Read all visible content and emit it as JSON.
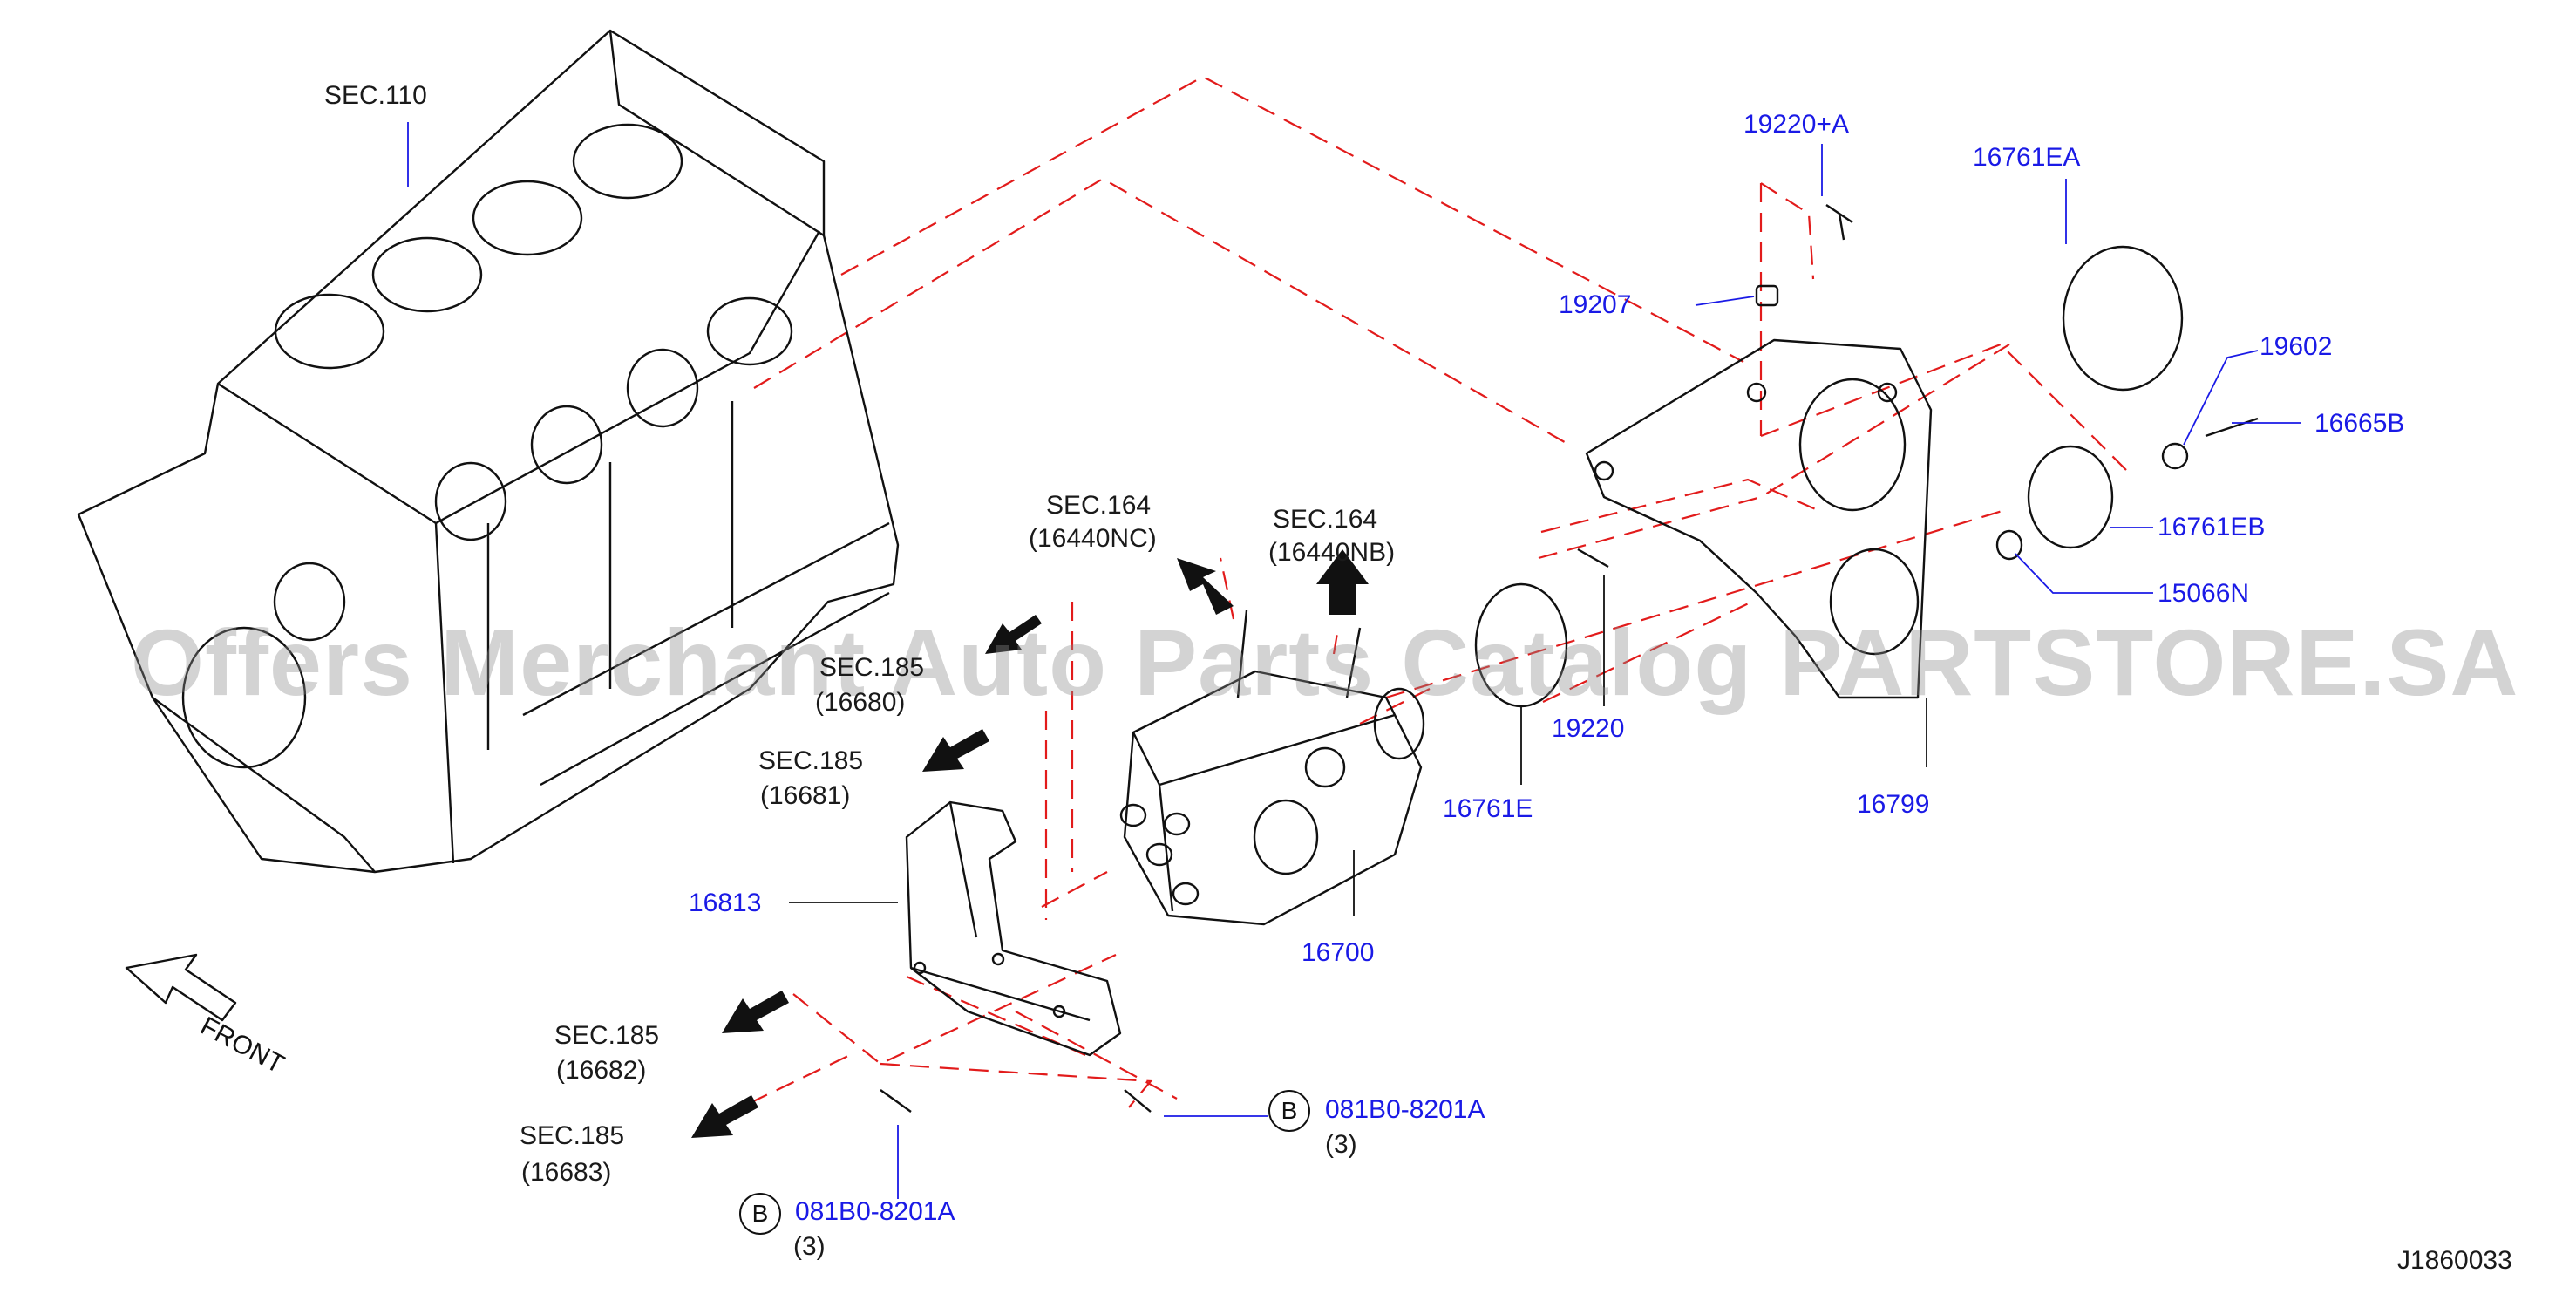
{
  "diagram": {
    "labels": {
      "sec110": "SEC.110",
      "sec164_nc": "SEC.164",
      "sec164_nc_part": "(16440NC)",
      "sec164_nb": "SEC.164",
      "sec164_nb_part": "(16440NB)",
      "sec185_a": "SEC.185",
      "sec185_a_part": "(16680)",
      "sec185_b": "SEC.185",
      "sec185_b_part": "(16681)",
      "sec185_c": "SEC.185",
      "sec185_c_part": "(16682)",
      "sec185_d": "SEC.185",
      "sec185_d_part": "(16683)",
      "front": "FRONT",
      "diagram_id": "J1860033"
    },
    "parts": {
      "p19220a": "19220+A",
      "p16761ea": "16761EA",
      "p19207": "19207",
      "p19602": "19602",
      "p16665b": "16665B",
      "p16761eb": "16761EB",
      "p15066n": "15066N",
      "p19220": "19220",
      "p16761e": "16761E",
      "p16799": "16799",
      "p16813": "16813",
      "p16700": "16700",
      "bolt_right": "081B0-8201A",
      "bolt_left": "081B0-8201A"
    },
    "bolt_badge": "B",
    "qty_right": "(3)",
    "qty_left": "(3)",
    "watermark": "Offers Merchant Auto Parts Catalog PARTSTORE.SA",
    "colors": {
      "part_number": "#1a1ae6",
      "leader": "#1a1ae6",
      "dash": "#e21b1b",
      "line": "#111111"
    }
  }
}
